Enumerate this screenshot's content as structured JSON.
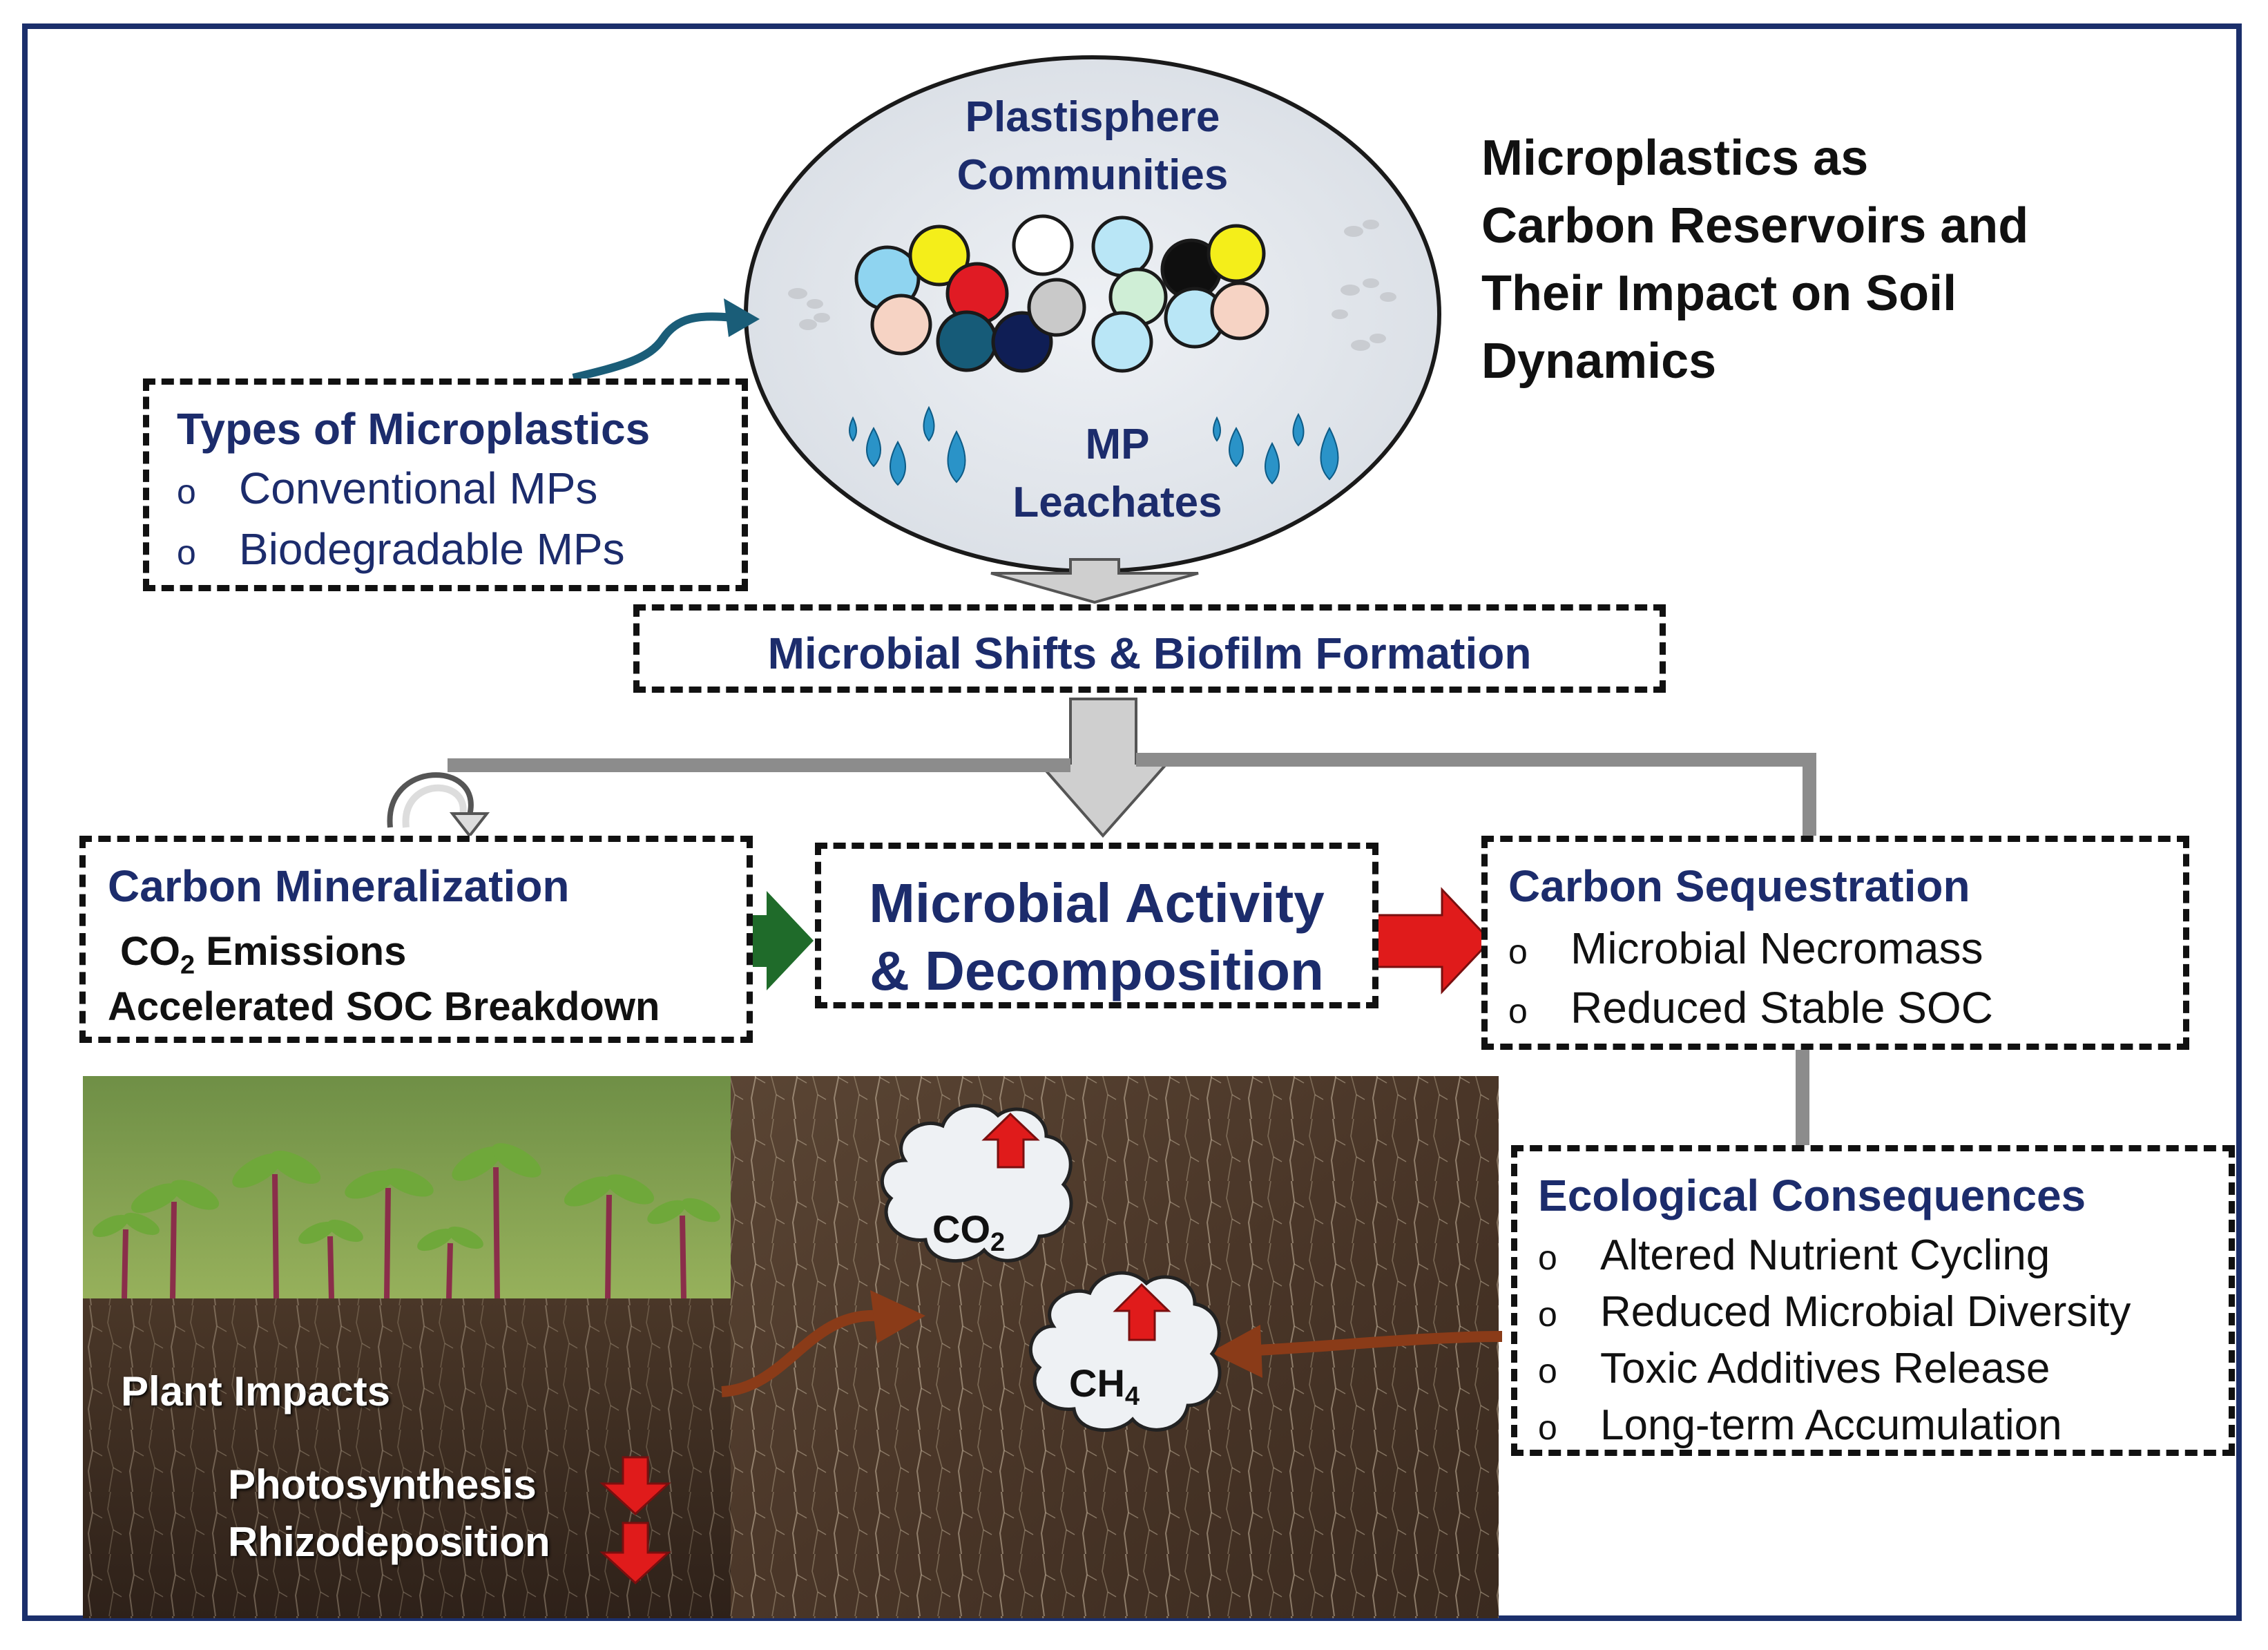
{
  "title": {
    "line1": "Microplastics as",
    "line2": "Carbon Reservoirs and",
    "line3": "Their Impact on Soil",
    "line4": "Dynamics"
  },
  "plastisphere": {
    "heading_line1": "Plastisphere",
    "heading_line2": "Communities",
    "leachates_line1": "MP",
    "leachates_line2": "Leachates"
  },
  "types_box": {
    "heading": "Types of Microplastics",
    "items": [
      "Conventional MPs",
      "Biodegradable MPs"
    ],
    "bullet": "o"
  },
  "shifts_box": {
    "label": "Microbial Shifts & Biofilm Formation"
  },
  "mineralization_box": {
    "heading": "Carbon Mineralization",
    "line1_prefix": "CO",
    "line1_sub": "2",
    "line1_suffix": " Emissions",
    "line2": "Accelerated SOC Breakdown"
  },
  "activity_box": {
    "line1": "Microbial Activity",
    "line2": "& Decomposition"
  },
  "sequestration_box": {
    "heading": "Carbon Sequestration",
    "items": [
      "Microbial Necromass",
      "Reduced Stable SOC"
    ],
    "bullet": "o"
  },
  "ecological_box": {
    "heading": "Ecological Consequences",
    "items": [
      "Altered Nutrient Cycling",
      "Reduced Microbial Diversity",
      "Toxic Additives Release",
      "Long-term Accumulation"
    ],
    "bullet": "o"
  },
  "plant_panel": {
    "heading": "Plant Impacts",
    "item1": "Photosynthesis",
    "item2": "Rhizodeposition"
  },
  "gas_clouds": {
    "co2_base": "CO",
    "co2_sub": "2",
    "ch4_base": "CH",
    "ch4_sub": "4"
  },
  "colors": {
    "navy_text": "#1c2c6c",
    "frame": "#1b2f6b",
    "increase_arrow": "#1a5d78",
    "decrease_arrow": "#e01b1b",
    "green_arrow": "#1f6b2a",
    "red_arrow": "#e01b1b",
    "brown_arrow": "#8a3b18",
    "connector_gray": "#8c8c8c"
  }
}
